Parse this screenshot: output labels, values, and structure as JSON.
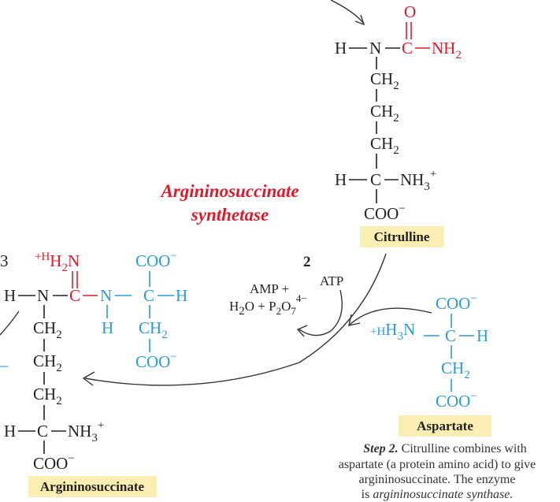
{
  "enzyme": {
    "line1": "Argininosuccinate",
    "line2": "synthetase"
  },
  "step_number": "2",
  "cofactors": {
    "atp": "ATP",
    "amp_line": "AMP +",
    "h2o": "H",
    "h2o_rest": "O + P",
    "p_sub": "2",
    "o": "O",
    "o_sub": "7",
    "charge": "4−"
  },
  "labels": {
    "citrulline": "Citrulline",
    "aspartate": "Aspartate",
    "argininosuccinate": "Argininosuccinate"
  },
  "caption": {
    "step": "Step 2.",
    "line1": " Citrulline combines with",
    "line2": "aspartate (a protein amino acid) to give",
    "line3": "argininosuccinate. The enzyme",
    "line4_prefix": "is ",
    "line4_italic": "argininosuccinate synthase."
  },
  "atoms": {
    "H": "H",
    "N": "N",
    "C": "C",
    "O": "O",
    "CH": "CH",
    "NH": "NH",
    "two": "2",
    "three": "3",
    "plus": "+",
    "minus": "−",
    "COO": "COO",
    "H2N_plus": "+H",
    "H2N_N": "N",
    "H3N_plus": "+H",
    "H3N_N": "N",
    "edge_digit": "3",
    "edge_dash": "–"
  },
  "colors": {
    "red": "#e0192a",
    "blue": "#2a9bd8",
    "label_bg": "#fbeeb3"
  }
}
